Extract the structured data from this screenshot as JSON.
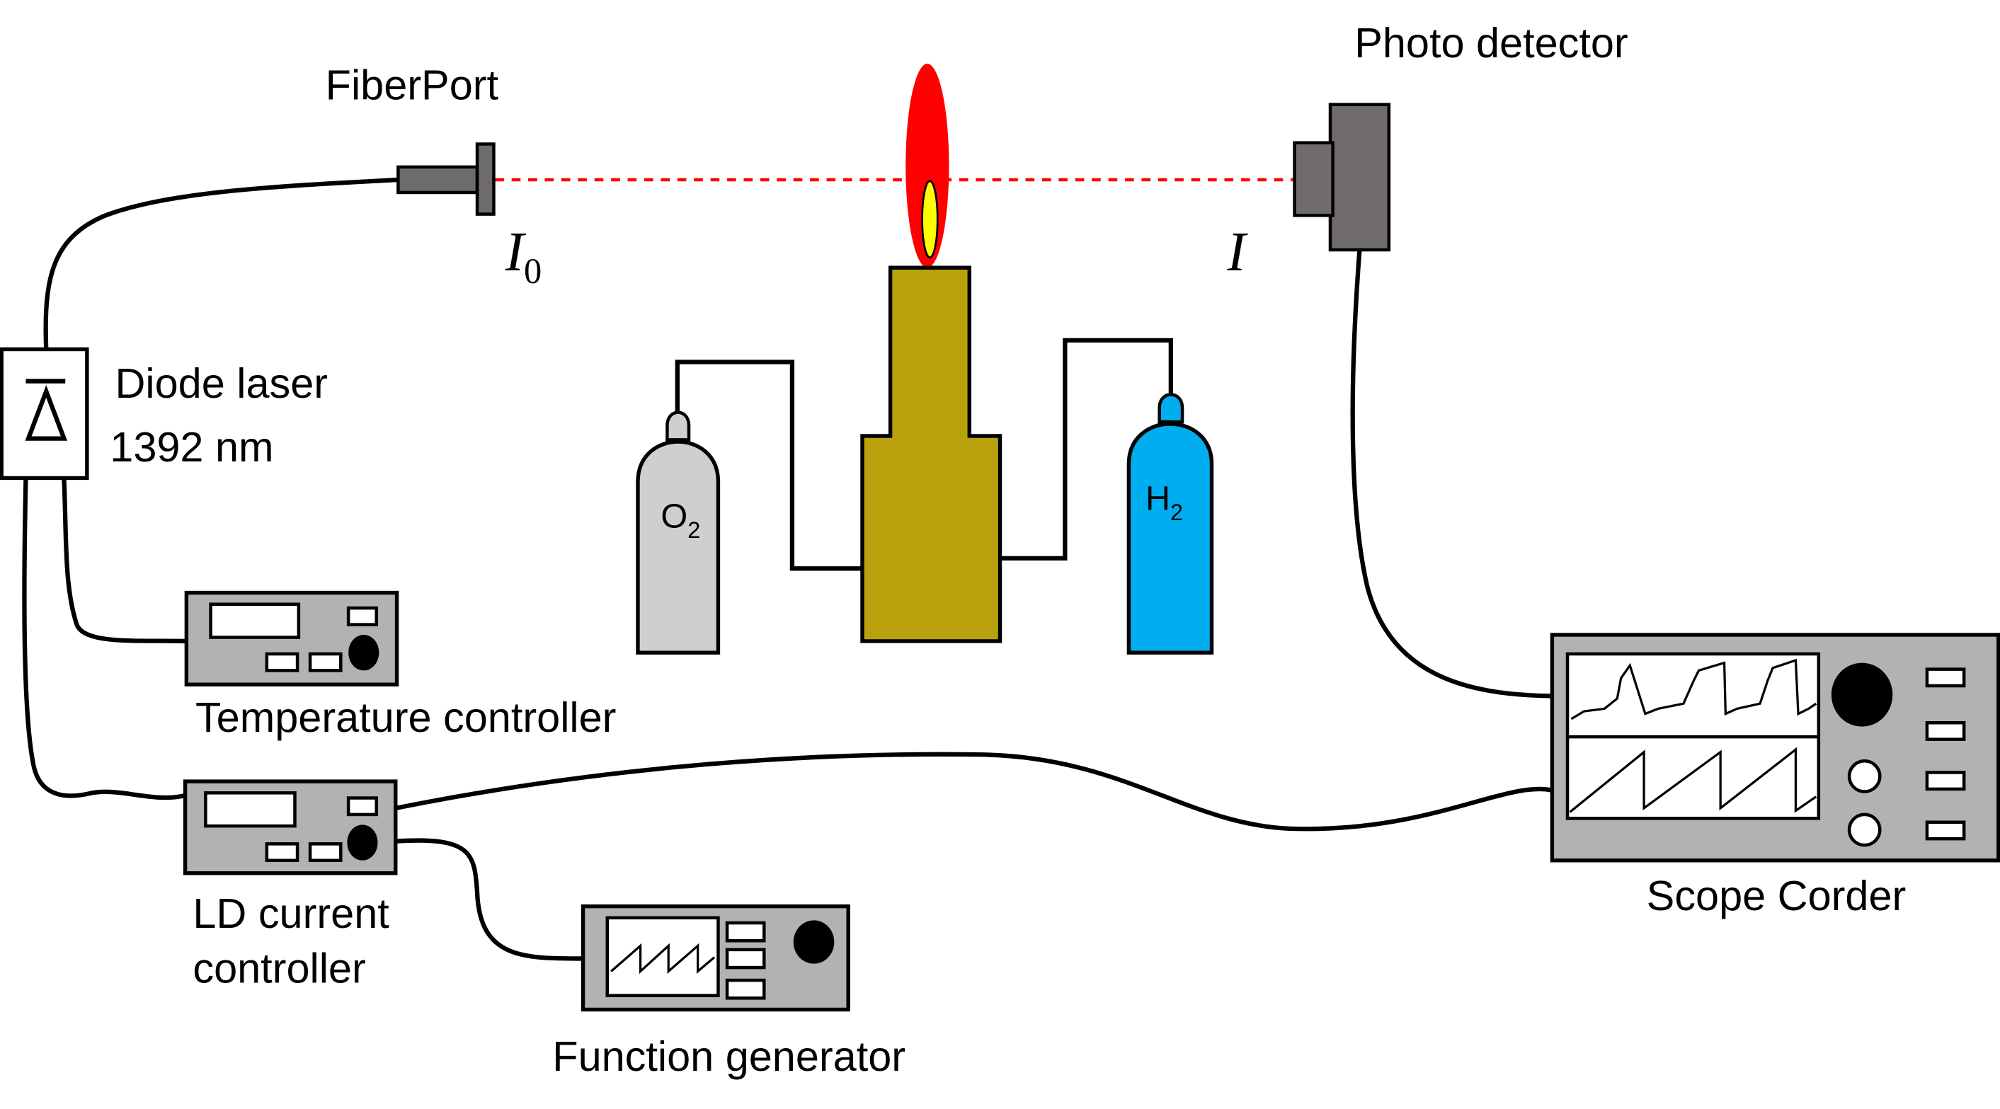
{
  "labels": {
    "fiberport": "FiberPort",
    "photo_detector": "Photo detector",
    "diode_laser_line1": "Diode laser",
    "diode_laser_line2": "1392 nm",
    "temperature_controller": "Temperature controller",
    "ld_controller_line1": "LD current",
    "ld_controller_line2": "controller",
    "function_generator": "Function generator",
    "scope_corder": "Scope Corder",
    "intensity_incident": "I",
    "intensity_incident_sub": "0",
    "intensity_transmitted": "I",
    "oxygen_symbol": "O",
    "oxygen_sub": "2",
    "hydrogen_symbol": "H",
    "hydrogen_sub": "2"
  },
  "colors": {
    "beam": "#ff0000",
    "flame_outer": "#ff0000",
    "flame_inner": "#ffff00",
    "burner": "#b8a10c",
    "o2_cylinder": "#d0cfd0",
    "h2_cylinder": "#00aeef",
    "instrument_body": "#b3b1b2",
    "detector": "#706c6c",
    "fiberport": "#6e6b6b"
  },
  "icons": [
    "laser-diode-symbol-icon",
    "flame-icon",
    "gas-cylinder-icon",
    "sawtooth-wave-icon",
    "knob-icon"
  ]
}
